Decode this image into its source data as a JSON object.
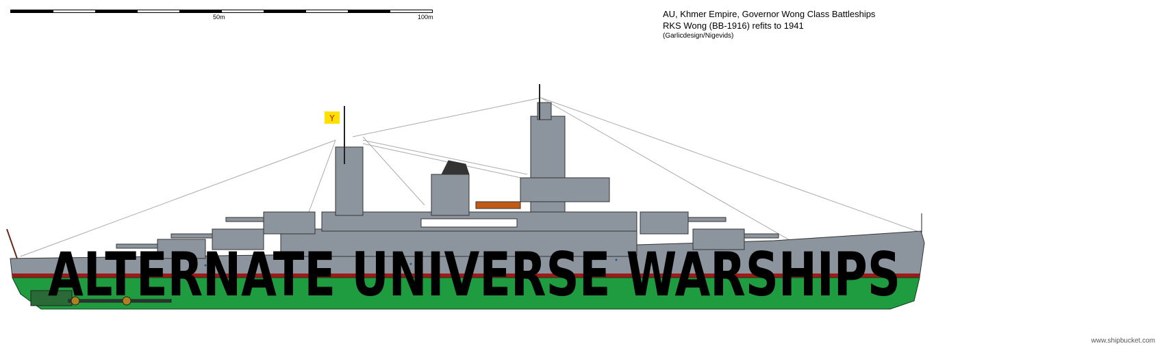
{
  "scale_bar": {
    "label_mid": "50m",
    "label_end": "100m"
  },
  "title": {
    "line1": "AU, Khmer Empire, Governor Wong Class Battleships",
    "line2": "RKS Wong (BB-1916) refits to 1941",
    "credit": "(Garlicdesign/Nigevids)"
  },
  "overlay_text": "ALTERNATE UNIVERSE WARSHIPS",
  "watermark": "www.shipbucket.com",
  "colors": {
    "hull": "#8c949e",
    "antifouling": "#1f9c3f",
    "boot_top": "#a01818",
    "flag": "#ffe100"
  }
}
